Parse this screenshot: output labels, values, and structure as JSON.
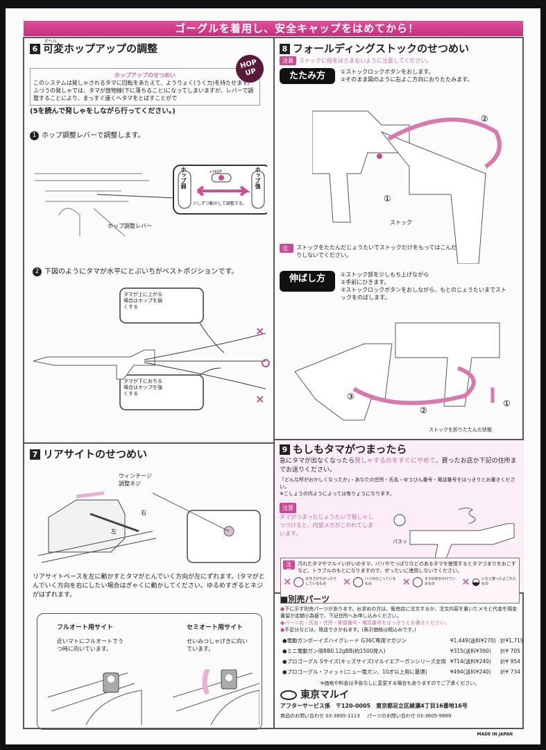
{
  "banner": "ゴーグルを着用し、安全キャップをはめてから！",
  "s6": {
    "num": "6",
    "title": "可変ホップアップの調整",
    "ruby": "かへん",
    "badge": "HOP UP",
    "box_title": "ホップアップのせつめい",
    "box_text": "このシステムは発しゃされるタマに回転をあたえて、ようりょく(うく力)を持たせます。ふつうの発しゃでは、タマが放物線(下に落ちること)になってしまいますが、レバーで調整することにより、まっすぐ遠くへタマをとばすことがで",
    "note": "(5を読んで発しゃをしながら行ってください。)",
    "step1": "ホップ調整レバーで調整します。",
    "lever_label": "ホップ調整レバー",
    "hop_weak": "ホップ弱",
    "hop_strong": "ホップ強",
    "hop_small": "←HOP",
    "adjust": "少しずつ動かして調整する。",
    "step2": "下図のようにタマが水平にとぶいちがベストポジションです。",
    "up_case": "タマが上に上がる場合はホップを弱くする",
    "down_case": "タマが下におちる場合はホップを強くする"
  },
  "s7": {
    "num": "7",
    "title": "リアサイトのせつめい",
    "screw": "ウィンテージ調整ネジ",
    "right": "右",
    "left": "左",
    "text": "リアサイトベースを左に動かすとタマがとんでいく方向が左にずれます。(タマがとんでいく方向を右にしたい場合はぎゃくに動かしてください。ゆるめすぎるとネジがはずれます。",
    "full_title": "フルオート用サイト",
    "full_text": "近いマトにフルオートでうつ時に向いています。",
    "semi_title": "セミオート用サイト",
    "semi_text": "せいみつしゃげきに向いています。"
  },
  "s8": {
    "num": "8",
    "title": "フォールディングストックのせつめい",
    "caution": "注意",
    "caution1": "ストックに指をはさまないように注意してください。",
    "fold_label": "たたみ方",
    "fold_steps": [
      "①ストックロックボタンをおします。",
      "②そのまま図のように右よこ方向におりたたみます。"
    ],
    "stock": "ストック",
    "caution2": "ストックをたたんだじょうたいでストックだけをもってはこんだりしないでください。",
    "extend_label": "伸ばし方",
    "extend_steps": [
      "①ストック部を少しもち上げながら",
      "②手前にひきます。",
      "③ストックロックボタンをおしながら、もとのじょうたいまでストックをのばします。"
    ],
    "folded": "ストックを折りたたんだ状態"
  },
  "s9": {
    "num": "9",
    "title": "もしもタマがつまったら",
    "text1a": "急にタマが出なくなったら",
    "text1b": "発しゃするのをすぐにやめて",
    "text1c": "、買ったお店か下記の住所までお送りください。",
    "text2": "「どんな所がおかしくなったか」・あなたの住所・氏名・ゆうびん番号・電話番号をはっきりとお書きください。",
    "text3": "※こしょうの内ようによっては有りょうになります。",
    "caution": "注意",
    "caution_text": "タマがつまったじょうたいで発しゃしつづけると、内部メカがこわれてしまいます。",
    "sfx": "パスッ",
    "caution2": "汚れたタマやマルイいがいのタマ、バリやでっぱりなどのあるタマを使用するとタマづまりをおこすなど、トラブルのもとになりますので、ぜったいに使用しないでください。",
    "bad_balls": [
      "大きさがちがったりしているもの",
      "バリがのこっているもの",
      "タマの形がかけているもの",
      "いちど使ったよごれたもの"
    ]
  },
  "parts": {
    "title": "■別売パーツ",
    "notes": [
      "下に示す別売パーツがあります。お求めの方は、販売店に注文するか、注文内容を書いたメモと代金を現金書留か定額小為替で、下記住所へお申し込みください。",
      "パーツ名・氏名・住所・郵便番号・電話番号をはっきりとお書きください。",
      "不足分などは、発送できかねます。(表示価格は税込みです。)"
    ],
    "items": [
      {
        "name": "●電動ガンボーイズハイグレード G36C専用マガジン",
        "price": "¥1,449(送料¥270)",
        "total": "計¥1,719"
      },
      {
        "name": "●ミニ電動ガン用BB0.12gBB(約1500発入)",
        "price": "¥315(送料¥390)",
        "total": "計¥ 705"
      },
      {
        "name": "●プロゴーグル Sサイズ(キッズサイズ)マルイエアーガンシリーズ全用",
        "price": "¥714(送料¥240)",
        "total": "計¥ 954"
      },
      {
        "name": "●プロゴーグル・フィット(ニュー電ガン、10才以上用に最適)",
        "price": "¥494(送料¥240)",
        "total": "計¥ 734"
      }
    ],
    "footnote": "※価格や料金は予告なしに変更する場合もありますのでご了承ください。"
  },
  "company": {
    "name": "東京マルイ",
    "dept": "アフターサービス係",
    "zip": "〒120-0005",
    "address": "東京都足立区綾瀬4丁目16番地16号",
    "tel1": "商品のお問い合わせ 03-3605-1113",
    "tel2": "パーツのお問い合わせ 03-3605-9669"
  },
  "made_in": "MADE IN JAPAN",
  "colors": {
    "accent": "#c94b93",
    "banner": "#d03f88",
    "border": "#555555"
  }
}
